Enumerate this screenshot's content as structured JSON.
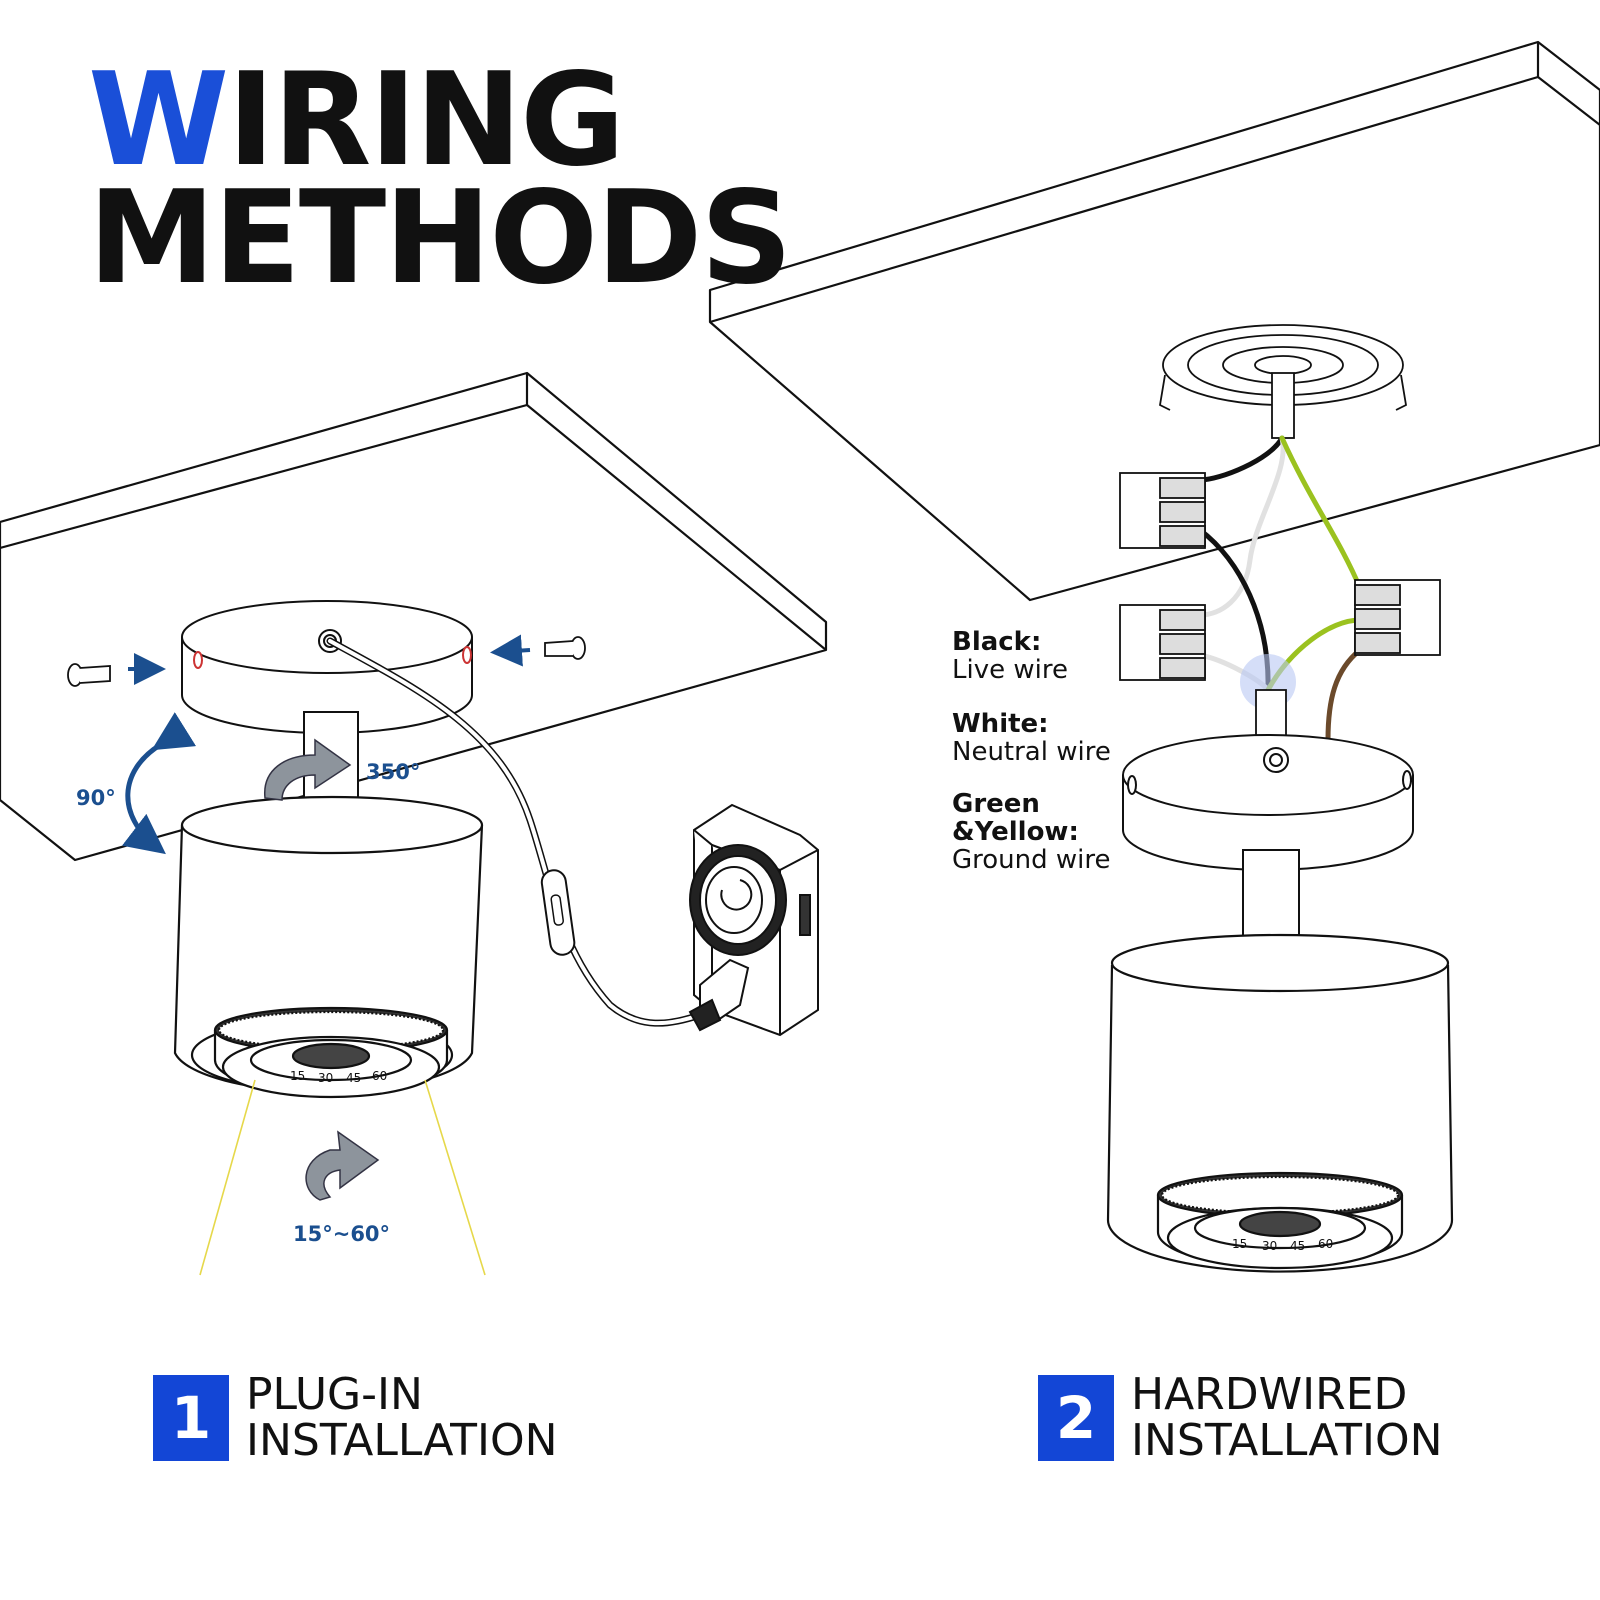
{
  "title": {
    "accent_letter": "W",
    "line1_rest": "IRING",
    "line2": "METHODS"
  },
  "angles": {
    "tilt": "90°",
    "rotate": "350°",
    "beam": "15°~60°"
  },
  "dial_ticks": [
    "15",
    "30",
    "45",
    "60"
  ],
  "legend": [
    {
      "label": "Black:",
      "desc": "Live wire"
    },
    {
      "label": "White:",
      "desc": "Neutral wire"
    },
    {
      "label": "Green",
      "label2": "&Yellow:",
      "desc": "Ground wire"
    }
  ],
  "methods": [
    {
      "number": "1",
      "line1": "PLUG-IN",
      "line2": "INSTALLATION"
    },
    {
      "number": "2",
      "line1": "HARDWIRED",
      "line2": "INSTALLATION"
    }
  ],
  "colors": {
    "accent": "#1a4fd8",
    "badge": "#1346d6",
    "arrow_blue": "#1b4f8f",
    "ground_wire": "#9bc21f",
    "brown_wire": "#6b4a2b",
    "live_wire": "#111111",
    "neutral_wire": "#dddddd"
  },
  "icons": [
    "screw-icon",
    "curved-arrow-icon",
    "timer-plug-icon"
  ]
}
